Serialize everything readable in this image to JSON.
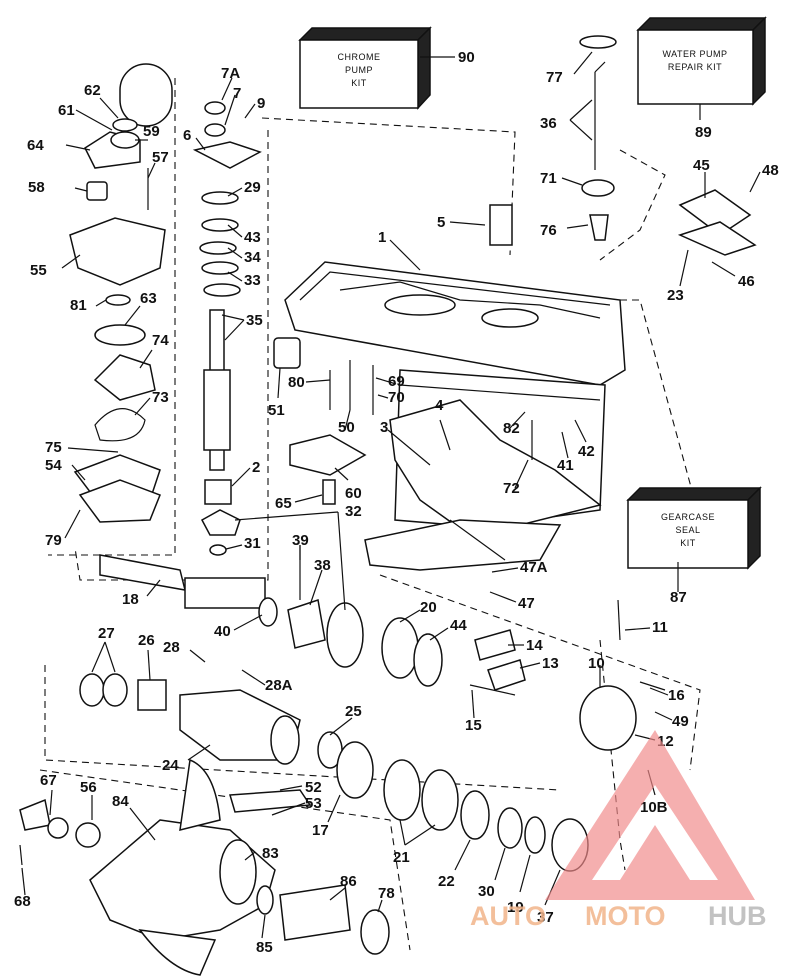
{
  "kits": {
    "chrome_pump": [
      "CHROME",
      "PUMP",
      "KIT"
    ],
    "water_pump": [
      "WATER PUMP",
      "REPAIR KIT"
    ],
    "gearcase_seal": [
      "GEARCASE",
      "SEAL",
      "KIT"
    ]
  },
  "watermark": {
    "auto": "AUTO",
    "moto": "MOTO",
    "hub": "HUB"
  },
  "labels": {
    "l1": "1",
    "l2": "2",
    "l3": "3",
    "l4": "4",
    "l5": "5",
    "l6": "6",
    "l7": "7",
    "l7A": "7A",
    "l9": "9",
    "l10": "10",
    "l10B": "10B",
    "l11": "11",
    "l12": "12",
    "l13": "13",
    "l14": "14",
    "l15": "15",
    "l16": "16",
    "l17": "17",
    "l18": "18",
    "l19": "19",
    "l20": "20",
    "l21": "21",
    "l22": "22",
    "l23": "23",
    "l24": "24",
    "l25": "25",
    "l26": "26",
    "l27": "27",
    "l28": "28",
    "l28A": "28A",
    "l29": "29",
    "l30": "30",
    "l31": "31",
    "l32": "32",
    "l33": "33",
    "l34": "34",
    "l35": "35",
    "l36": "36",
    "l37": "37",
    "l38": "38",
    "l39": "39",
    "l40": "40",
    "l41": "41",
    "l42": "42",
    "l43": "43",
    "l44": "44",
    "l45": "45",
    "l46": "46",
    "l47": "47",
    "l47A": "47A",
    "l48": "48",
    "l49": "49",
    "l50": "50",
    "l51": "51",
    "l52": "52",
    "l53": "53",
    "l54": "54",
    "l55": "55",
    "l56": "56",
    "l57": "57",
    "l58": "58",
    "l59": "59",
    "l60": "60",
    "l61": "61",
    "l62": "62",
    "l63": "63",
    "l64": "64",
    "l65": "65",
    "l67": "67",
    "l68": "68",
    "l69": "69",
    "l70": "70",
    "l71": "71",
    "l72": "72",
    "l73": "73",
    "l74": "74",
    "l75": "75",
    "l76": "76",
    "l77": "77",
    "l78": "78",
    "l79": "79",
    "l80": "80",
    "l81": "81",
    "l82": "82",
    "l83": "83",
    "l84": "84",
    "l85": "85",
    "l86": "86",
    "l87": "87",
    "l89": "89",
    "l90": "90"
  }
}
